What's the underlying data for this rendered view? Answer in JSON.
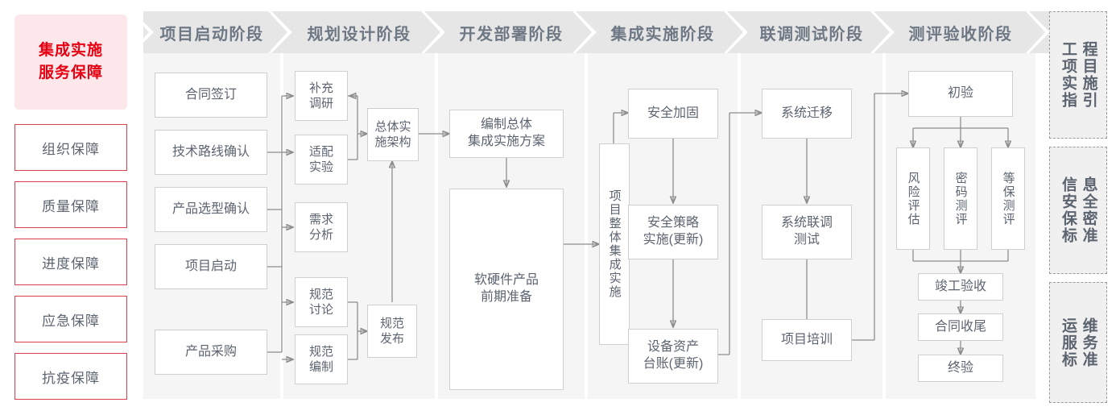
{
  "title_card": {
    "line1": "集成实施",
    "line2": "服务保障",
    "color": "#e60012",
    "bg": "#fce7ea"
  },
  "guarantees": [
    {
      "label": "组织保障"
    },
    {
      "label": "质量保障"
    },
    {
      "label": "进度保障"
    },
    {
      "label": "应急保障"
    },
    {
      "label": "抗疫保障"
    }
  ],
  "phases": [
    {
      "name": "项目启动阶段",
      "steps": [
        {
          "label": "合同签订"
        },
        {
          "label": "技术路线确认"
        },
        {
          "label": "产品选型确认"
        },
        {
          "label": "项目启动"
        },
        {
          "label": "产品采购"
        }
      ]
    },
    {
      "name": "规划设计阶段",
      "steps": [
        {
          "label": "补充\n调研"
        },
        {
          "label": "适配\n实验"
        },
        {
          "label": "需求\n分析"
        },
        {
          "label": "规范\n讨论"
        },
        {
          "label": "规范\n编制"
        },
        {
          "label": "总体实\n施架构"
        },
        {
          "label": "规范\n发布"
        }
      ]
    },
    {
      "name": "开发部署阶段",
      "steps": [
        {
          "label": "编制总体\n集成实施方案"
        },
        {
          "label": "软硬件产品\n前期准备"
        }
      ]
    },
    {
      "name": "集成实施阶段",
      "steps": [
        {
          "label": "项目整体集成实施"
        },
        {
          "label": "安全加固"
        },
        {
          "label": "安全策略\n实施(更新)"
        },
        {
          "label": "设备资产\n台账(更新)"
        }
      ]
    },
    {
      "name": "联调测试阶段",
      "steps": [
        {
          "label": "系统迁移"
        },
        {
          "label": "系统联调\n测试"
        },
        {
          "label": "项目培训"
        }
      ]
    },
    {
      "name": "测评验收阶段",
      "steps": [
        {
          "label": "初验"
        },
        {
          "label": "风险评估"
        },
        {
          "label": "密码测评"
        },
        {
          "label": "等保测评"
        },
        {
          "label": "竣工验收"
        },
        {
          "label": "合同收尾"
        },
        {
          "label": "终验"
        }
      ]
    }
  ],
  "standards": [
    {
      "col_right": "工程",
      "col_left": "项目",
      "full": "工程项目实施指引",
      "a": "程目施引",
      "b": "工项实指"
    },
    {
      "full": "信息安全保密标准",
      "a": "息全密准",
      "b": "信安保标"
    },
    {
      "full": "运维服务标准",
      "a": "维务准",
      "b": "运服标"
    }
  ],
  "colors": {
    "accent_red": "#e60012",
    "border_red": "#d9414f",
    "header_bg": "#e6e6e6",
    "column_bg": "#f5f5f5",
    "box_border": "#cfcfcf",
    "text": "#5c6470",
    "header_text": "#6e7884",
    "wire": "#8d8d8d"
  }
}
